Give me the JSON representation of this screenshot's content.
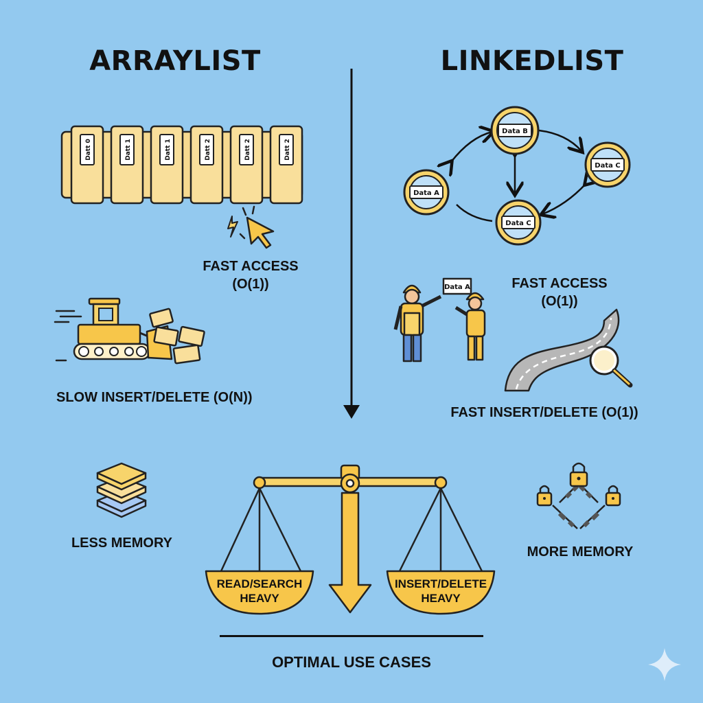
{
  "arraylist": {
    "title": "ARRAYLIST",
    "cells": [
      "Datt 0",
      "Datt 1",
      "Datt 1",
      "Datt 2",
      "Datt 2",
      "Datt 2"
    ],
    "fast_access": [
      "FAST ACCESS",
      "(O(1))"
    ],
    "slow_insert": "SLOW INSERT/DELETE (O(N))",
    "memory": "LESS MEMORY"
  },
  "linkedlist": {
    "title": "LINKEDLIST",
    "nodes": {
      "a": "Data A",
      "b": "Data B",
      "c_right": "Data C",
      "c_bottom": "Data C"
    },
    "sign": "Data A",
    "fast_access": [
      "FAST ACCESS",
      "(O(1))"
    ],
    "fast_insert": "FAST INSERT/DELETE (O(1))",
    "memory": "MORE MEMORY"
  },
  "scale": {
    "left_pan": [
      "READ/SEARCH",
      "HEAVY"
    ],
    "right_pan": [
      "INSERT/DELETE",
      "HEAVY"
    ]
  },
  "footer": {
    "caption": "OPTIMAL USE CASES"
  },
  "colors": {
    "background": "#93c9ef",
    "accent_yellow": "#f7d46b",
    "cell_yellow": "#f9df9b",
    "outline": "#1c1c1c",
    "road_gray": "#b7b7b7"
  },
  "icons": [
    "cursor-click-icon",
    "bulldozer-icon",
    "stacked-layers-icon",
    "padlock-chain-icon",
    "magnifier-icon",
    "workers-icon",
    "winding-road-icon",
    "balance-scale-icon",
    "sparkle-icon"
  ]
}
